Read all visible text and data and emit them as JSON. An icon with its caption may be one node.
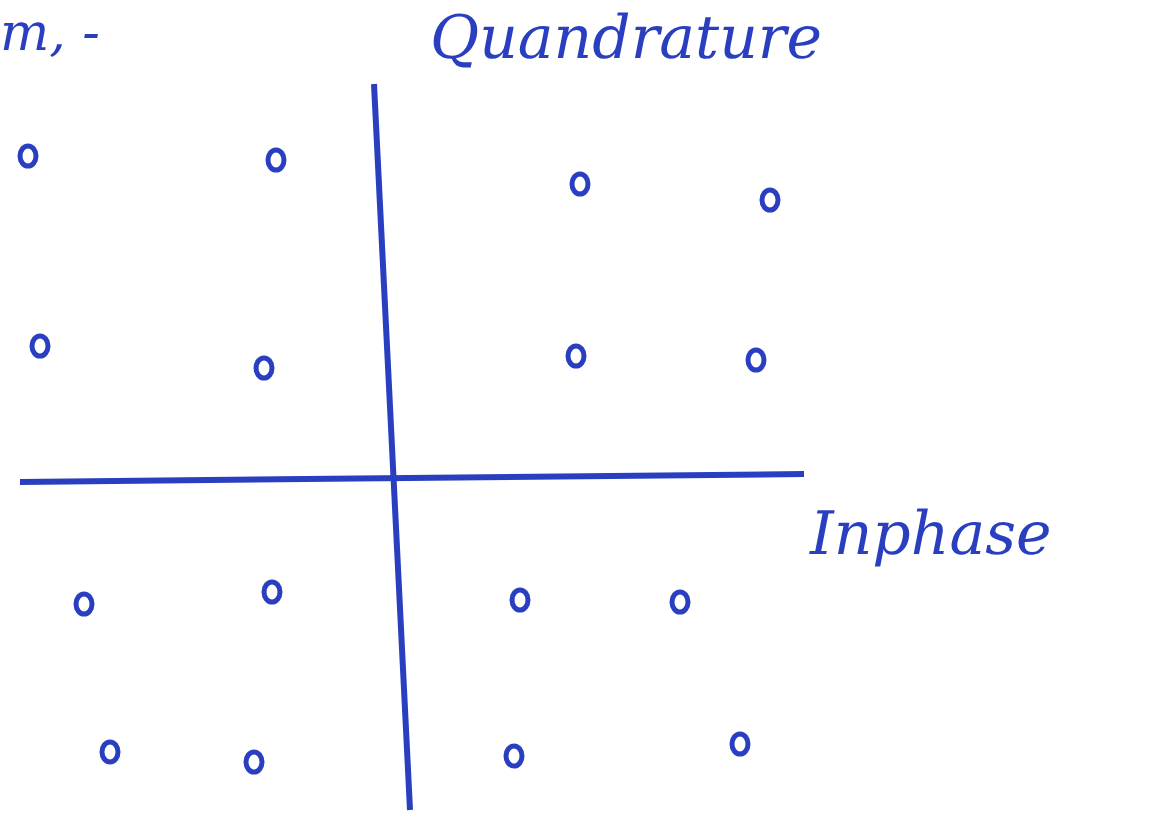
{
  "diagram": {
    "labels": [
      "m, -",
      "Quandrature",
      "Inphase"
    ]
  }
}
